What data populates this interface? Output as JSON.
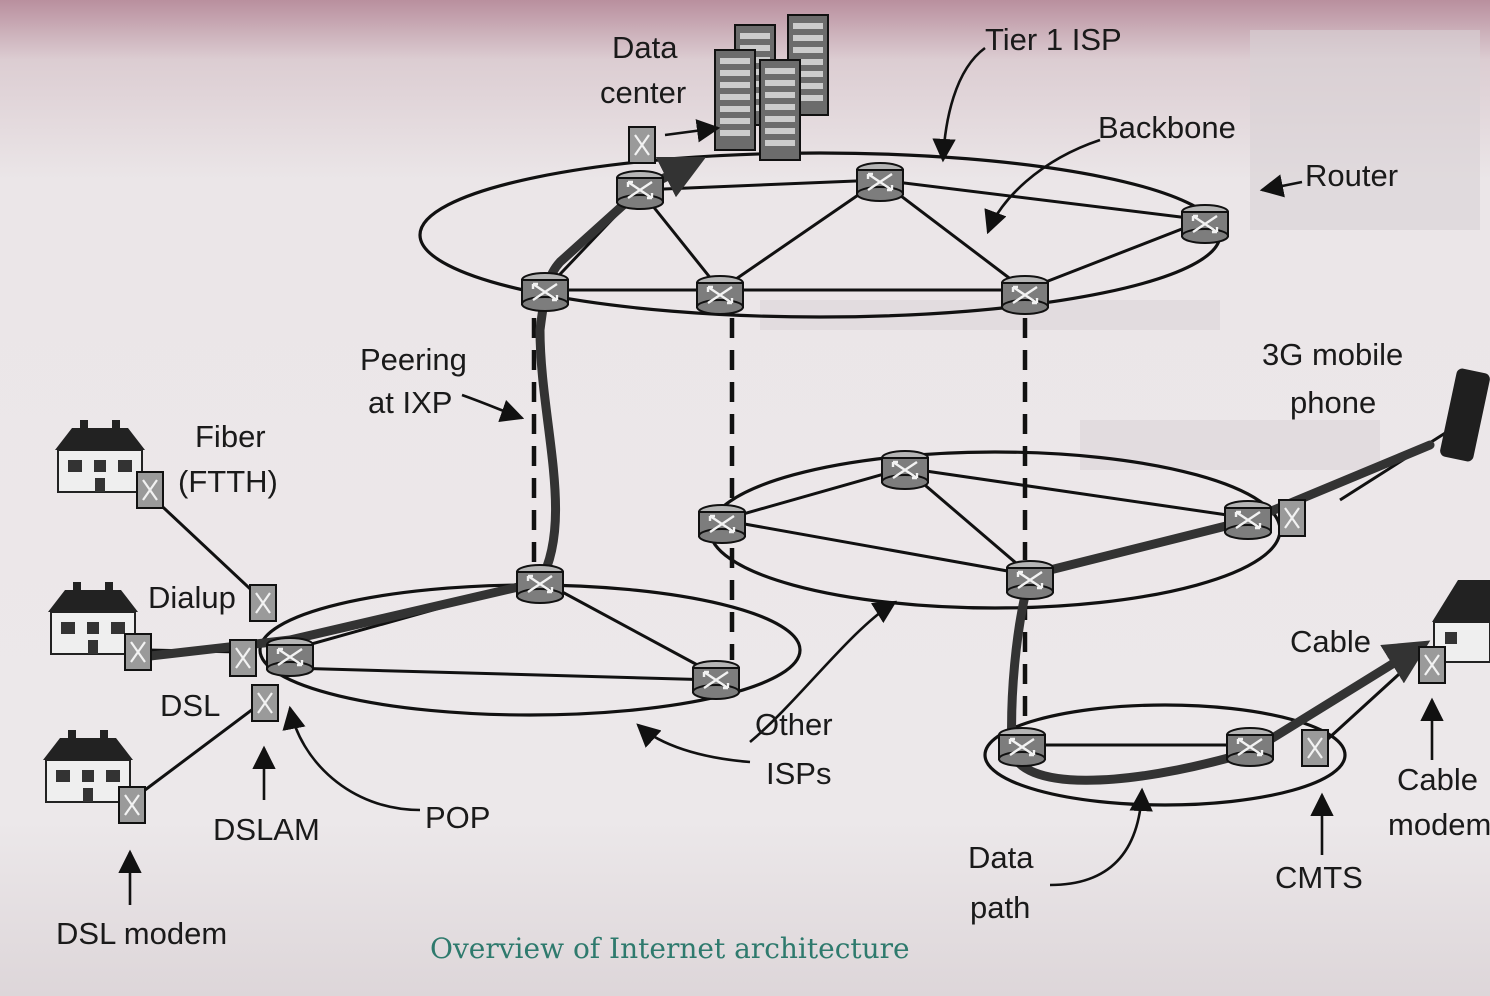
{
  "labels": {
    "data_center": [
      "Data",
      "center"
    ],
    "tier1": "Tier 1 ISP",
    "backbone": "Backbone",
    "router": "Router",
    "peering": [
      "Peering",
      "at IXP"
    ],
    "fiber": [
      "Fiber",
      "(FTTH)"
    ],
    "dialup": "Dialup",
    "dsl": "DSL",
    "dslam": "DSLAM",
    "pop": "POP",
    "dsl_modem": "DSL modem",
    "other_isps": [
      "Other",
      "ISPs"
    ],
    "mobile": [
      "3G mobile",
      "phone"
    ],
    "cable": "Cable",
    "cable_modem": [
      "Cable",
      "modem"
    ],
    "cmts": "CMTS",
    "data_path": [
      "Data",
      "path"
    ]
  },
  "caption": "Overview of Internet architecture",
  "colors": {
    "caption": "#2e7a6d",
    "ink": "#111111",
    "router": "#8a8a8a"
  }
}
